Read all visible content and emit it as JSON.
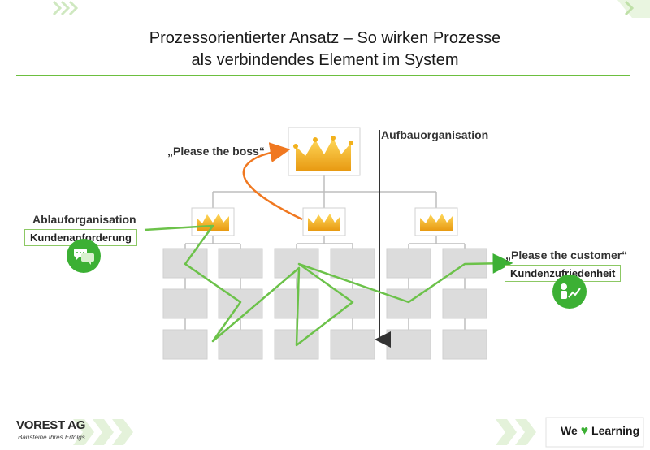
{
  "title": {
    "line1": "Prozessorientierter Ansatz – So wirken Prozesse",
    "line2": "als verbindendes Element im System"
  },
  "labels": {
    "aufbau": "Aufbauorganisation",
    "please_boss": "„Please the boss“",
    "ablauf": "Ablauforganisation",
    "kundenanforderung": "Kundenanforderung",
    "please_customer": "„Please the customer“",
    "kundenzufriedenheit": "Kundenzufriedenheit"
  },
  "footer": {
    "company": "VOREST AG",
    "tagline": "Bausteine Ihres Erfolgs",
    "we": "We",
    "learning": "Learning"
  },
  "colors": {
    "accent_green": "#3cb034",
    "rule_green": "#6cbf3f",
    "arrow_orange": "#f07820",
    "box_grey": "#dcdcdc",
    "crown_gold": "#f2b11c"
  },
  "icons": {
    "top_chevrons": "chevron-right-icon",
    "crown": "crown-icon",
    "chat": "speech-bubbles-icon",
    "satisfaction": "person-chart-icon",
    "heart": "heart-icon"
  }
}
